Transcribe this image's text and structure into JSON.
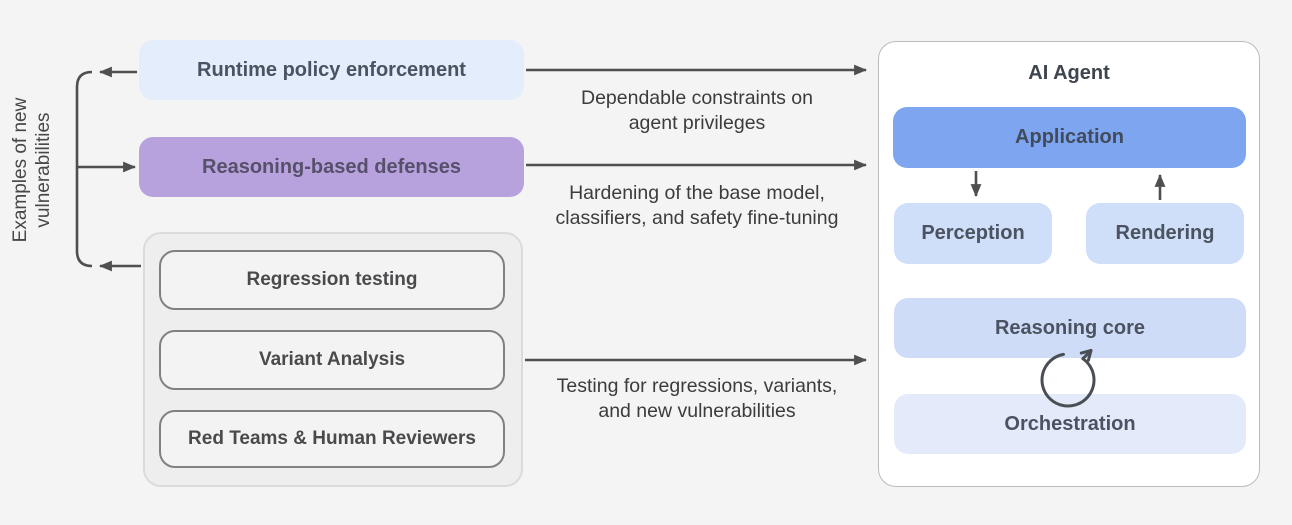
{
  "left_label": {
    "lines": [
      "Examples of new",
      "vulnerabilities"
    ]
  },
  "defenses": {
    "runtime": "Runtime policy enforcement",
    "reasoning": "Reasoning-based defenses"
  },
  "testing_group": {
    "items": [
      "Regression testing",
      "Variant Analysis",
      "Red Teams & Human Reviewers"
    ]
  },
  "flow_labels": {
    "constraints": {
      "lines": [
        "Dependable constraints on",
        "agent privileges"
      ]
    },
    "hardening": {
      "lines": [
        "Hardening of the base model,",
        "classifiers, and safety fine-tuning"
      ]
    },
    "testing": {
      "lines": [
        "Testing for regressions, variants,",
        "and new vulnerabilities"
      ]
    }
  },
  "agent_panel": {
    "title": "AI Agent",
    "application": "Application",
    "perception": "Perception",
    "rendering": "Rendering",
    "reasoning_core": "Reasoning core",
    "orchestration": "Orchestration"
  },
  "colors": {
    "background": "#f4f4f5",
    "runtime_box": "#e4edfb",
    "defense_box": "#b7a2de",
    "application_box": "#7ea6f0",
    "perception_rendering_box": "#cfdff9",
    "reasoning_core_box": "#cedcf7",
    "orchestration_box": "#e3ebfa",
    "arrow": "#4f4f4f"
  }
}
